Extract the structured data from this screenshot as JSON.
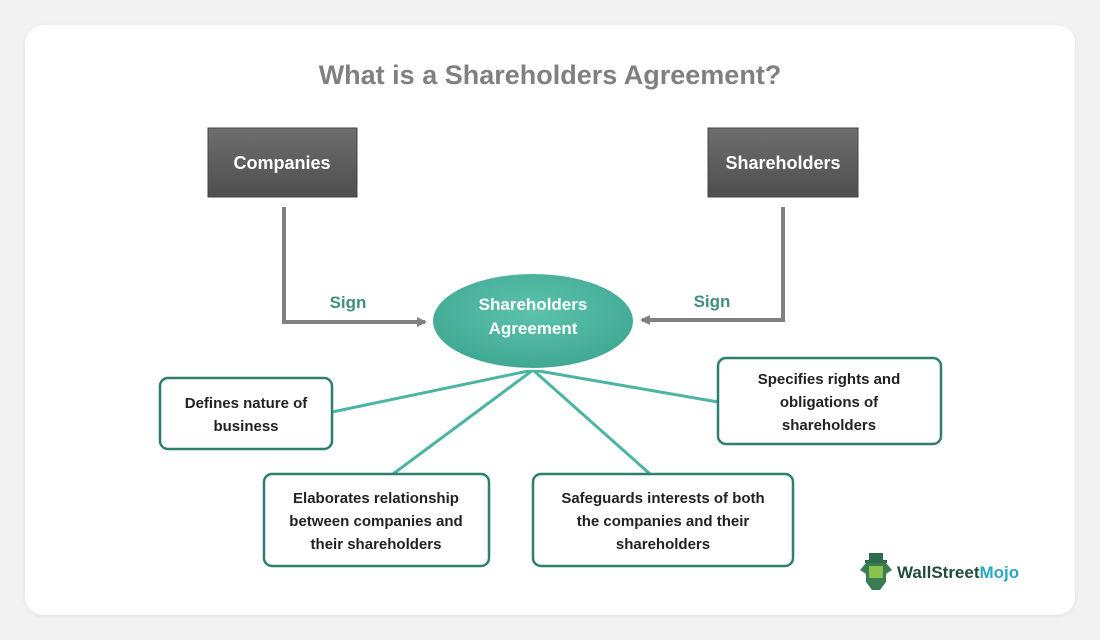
{
  "title": "What is a Shareholders Agreement?",
  "parties": [
    {
      "label": "Companies"
    },
    {
      "label": "Shareholders"
    }
  ],
  "sign_labels": [
    "Sign",
    "Sign"
  ],
  "center": {
    "line1": "Shareholders",
    "line2": "Agreement"
  },
  "points": [
    {
      "lines": [
        "Defines nature of",
        "business"
      ]
    },
    {
      "lines": [
        "Specifies rights and",
        "obligations of",
        "shareholders"
      ]
    },
    {
      "lines": [
        "Elaborates relationship",
        "between companies and",
        "their shareholders"
      ]
    },
    {
      "lines": [
        "Safeguards interests of both",
        "the companies and their",
        "shareholders"
      ]
    }
  ],
  "logo": {
    "part1": "WallStreet",
    "part2": "Mojo"
  },
  "colors": {
    "teal": "#4cb5a1",
    "teal_dark": "#2f7f70",
    "gray_box": "#5f5f5f",
    "arrow": "#808080"
  }
}
